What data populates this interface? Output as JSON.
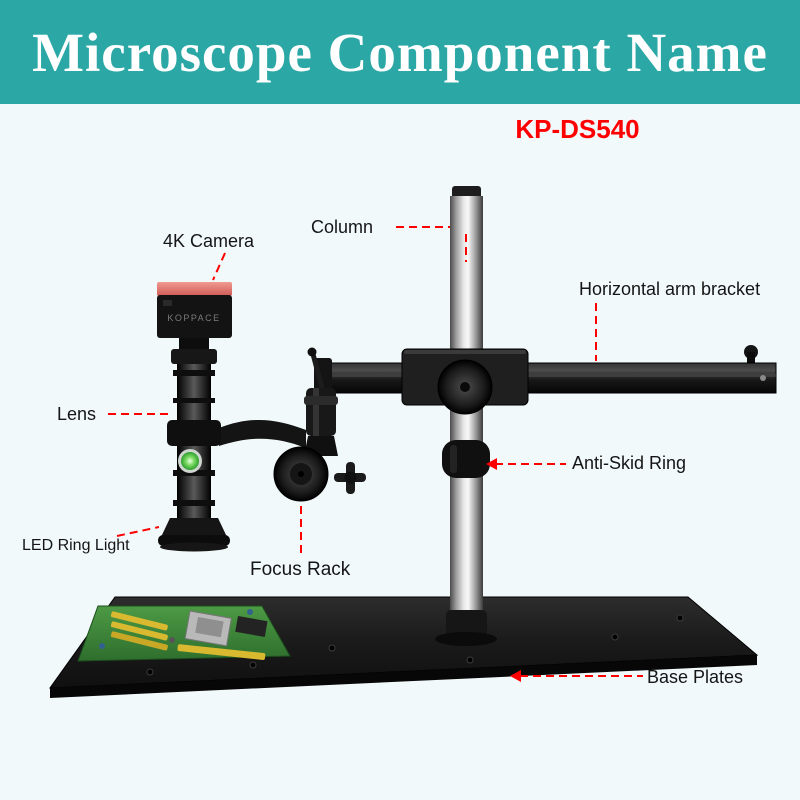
{
  "header": {
    "title": "Microscope Component Name"
  },
  "model_number": "KP-DS540",
  "labels": {
    "camera": "4K Camera",
    "column": "Column",
    "horizontal_arm_bracket": "Horizontal arm bracket",
    "lens": "Lens",
    "anti_skid_ring": "Anti-Skid Ring",
    "led_ring_light": "LED Ring Light",
    "focus_rack": "Focus Rack",
    "base_plates": "Base Plates"
  },
  "diagram": {
    "camera_brand": "KOPPACE"
  },
  "colors": {
    "banner_bg": "#2ba8a6",
    "banner_text": "#ffffff",
    "accent_red": "#ff0000",
    "page_bg": "#f2f9fb"
  }
}
